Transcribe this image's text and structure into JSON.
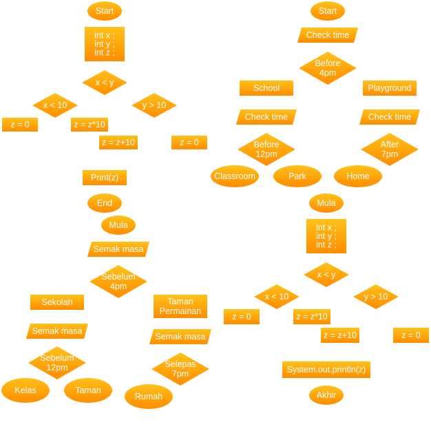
{
  "colors": {
    "shape_top": "#ffc21a",
    "shape_bottom": "#ff8c00",
    "text": "#ffffff",
    "background": "#ffffff"
  },
  "flowcharts": {
    "compare_english": {
      "start": "Start",
      "declare": [
        "int x ;",
        "int y ;",
        "int z ;"
      ],
      "decision_main": "x < y",
      "decision_left": "x < 10",
      "decision_right": "y > 10",
      "assign_z0_left": "z = 0",
      "assign_z_times": "z = z*10",
      "assign_z_plus": "z = z+10",
      "assign_z0_right": "z = 0",
      "print": "Print(z)",
      "end": "End"
    },
    "schedule_english": {
      "start": "Start",
      "check_time_top": "Check time",
      "decision_4pm": "Before 4pm",
      "school": "School",
      "playground": "Playground",
      "check_time_left": "Check time",
      "check_time_right": "Check time",
      "decision_12pm": "Before 12pm",
      "decision_7pm": "After 7pm",
      "classroom": "Classroom",
      "park": "Park",
      "home": "Home"
    },
    "schedule_malay": {
      "start": "Mula",
      "check_time_top": "Semak masa",
      "decision_4pm": "Sebelum 4pm",
      "school": "Sekolah",
      "playground": "Taman Permainan",
      "check_time_left": "Semak masa",
      "check_time_right": "Semak masa",
      "decision_12pm": "Sebelum 12pm",
      "decision_7pm": "Selepas 7pm",
      "classroom": "Kelas",
      "park": "Taman",
      "home": "Rumah"
    },
    "compare_java": {
      "start": "Mula",
      "declare": [
        "int x ;",
        "int y ;",
        "int z ;"
      ],
      "decision_main": "x < y",
      "decision_left": "x < 10",
      "decision_right": "y > 10",
      "assign_z0_left": "z = 0",
      "assign_z_times": "z = z*10",
      "assign_z_plus": "z = z+10",
      "assign_z0_right": "z = 0",
      "print": "System.out.println(z)",
      "end": "Akhir"
    }
  }
}
